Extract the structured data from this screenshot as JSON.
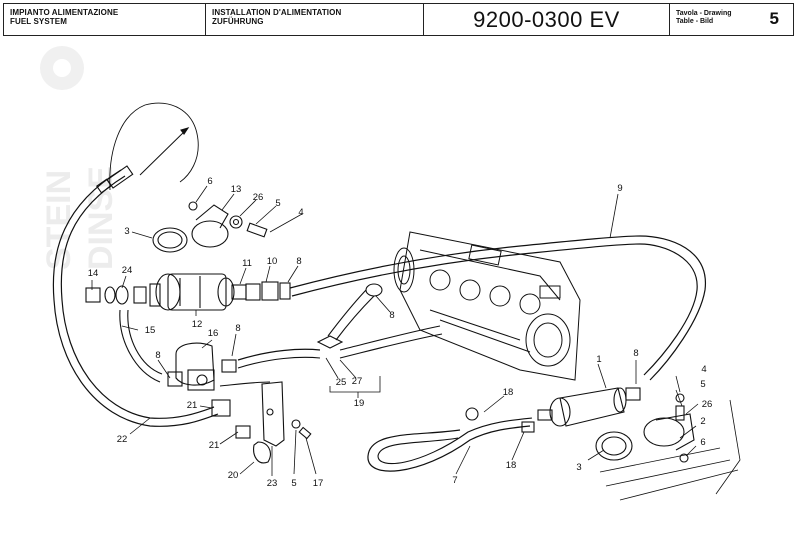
{
  "header": {
    "title_it": "IMPIANTO ALIMENTAZIONE",
    "title_en": "FUEL SYSTEM",
    "title_fr": "INSTALLATION D'ALIMENTATION",
    "title_de": "ZUFÜHRUNG",
    "part_code": "9200-0300 EV",
    "table_label_1": "Tavola - Drawing",
    "table_label_2": "Table - Bild",
    "page_number": "5"
  },
  "watermark": {
    "line1": "STEIN",
    "line2": "DINSE"
  },
  "callouts": [
    "6",
    "13",
    "26",
    "5",
    "4",
    "3",
    "9",
    "14",
    "24",
    "11",
    "10",
    "8",
    "12",
    "8",
    "8",
    "15",
    "16",
    "8",
    "25",
    "27",
    "19",
    "1",
    "8",
    "4",
    "5",
    "26",
    "2",
    "6",
    "3",
    "18",
    "18",
    "7",
    "21",
    "21",
    "22",
    "20",
    "23",
    "5",
    "17"
  ]
}
